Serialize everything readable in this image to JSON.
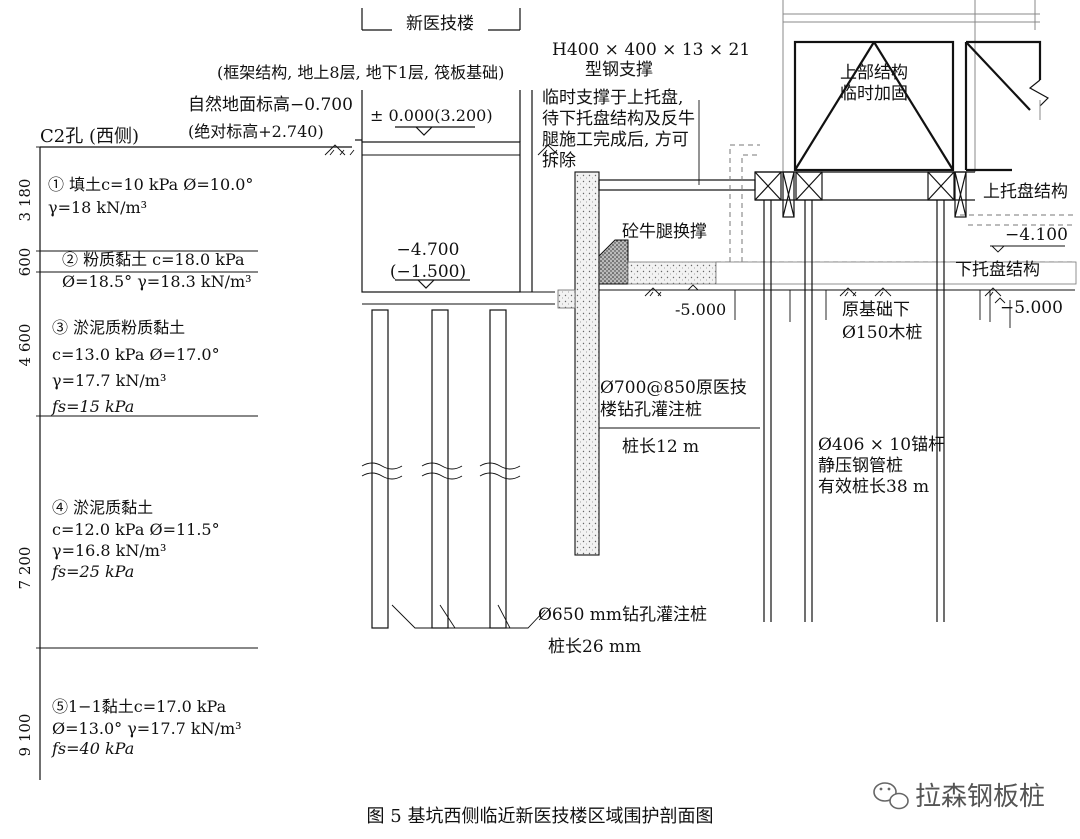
{
  "building": {
    "name": "新医技楼",
    "desc": "(框架结构, 地上8层, 地下1层, 筏板基础)",
    "natural_ground": "自然地面标高−0.700",
    "absolute_elev": "(绝对标高+2.740)",
    "floor_elev": "± 0.000(3.200)",
    "base_elev_1": "−4.700",
    "base_elev_2": "(−1.500)"
  },
  "borehole": {
    "label": "C2孔 (西侧)"
  },
  "layers": [
    {
      "thickness": "3 180",
      "lines": [
        "①  填土c=10 kPa   Ø=10.0°",
        "γ=18 kN/m³"
      ]
    },
    {
      "thickness": "600",
      "lines": [
        "②  粉质黏土 c=18.0 kPa",
        "Ø=18.5°         γ=18.3 kN/m³"
      ]
    },
    {
      "thickness": "4 600",
      "lines": [
        "③  淤泥质粉质黏土",
        "c=13.0 kPa Ø=17.0°",
        "γ=17.7 kN/m³",
        "fs=15 kPa"
      ]
    },
    {
      "thickness": "7 200",
      "lines": [
        "④  淤泥质黏土",
        "c=12.0 kPa Ø=11.5°",
        "γ=16.8 kN/m³",
        "fs=25 kPa"
      ]
    },
    {
      "thickness": "9 100",
      "lines": [
        "⑤1−1黏土c=17.0 kPa",
        "Ø=13.0°   γ=17.7 kN/m³",
        "fs=40 kPa"
      ]
    }
  ],
  "steel_support": {
    "line1": "H400 × 400 × 13 × 21",
    "line2": "型钢支撑"
  },
  "support_note": [
    "临时支撑于上托盘,",
    "待下托盘结构及反牛",
    "腿施工完成后, 方可",
    "拆除"
  ],
  "upper_structure": [
    "上部结构",
    "临时加固"
  ],
  "upper_tray": "上托盘结构",
  "lower_tray": "下托盘结构",
  "corbel": "砼牛腿换撑",
  "elev_m4100": "−4.100",
  "elev_m5000_a": "-5.000",
  "elev_m5000_b": "−5.000",
  "orig_foundation": [
    "原基础下",
    "Ø150木桩"
  ],
  "old_pile": [
    "Ø700@850原医技",
    "楼钻孔灌注桩"
  ],
  "old_pile_len": "桩长12 m",
  "steel_pipe_pile": [
    "Ø406 × 10锚杆",
    "静压钢管桩",
    "有效桩长38 m"
  ],
  "bored_pile": "Ø650 mm钻孔灌注桩",
  "bored_pile_len": "桩长26 mm",
  "caption": "图 5    基坑西侧临近新医技楼区域围护剖面图",
  "watermark": "拉森钢板桩",
  "icons": {
    "watermark": "wechat-icon"
  }
}
